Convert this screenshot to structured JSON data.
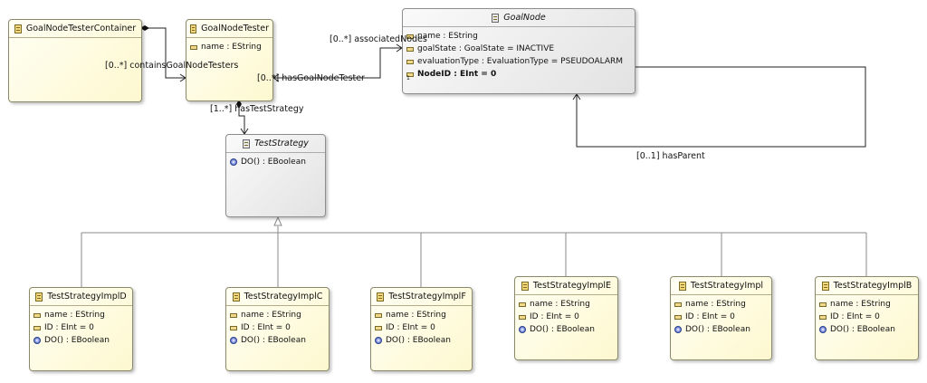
{
  "classes": {
    "container": {
      "name": "GoalNodeTesterContainer"
    },
    "tester": {
      "name": "GoalNodeTester",
      "attributes": [
        "name : EString"
      ]
    },
    "goal_node": {
      "name": "GoalNode",
      "attributes": [
        "name : EString",
        "goalState : GoalState = INACTIVE",
        "evaluationType : EvaluationType = PSEUDOALARM",
        "NodeID : EInt = 0"
      ]
    },
    "test_strategy": {
      "name": "TestStrategy",
      "operations": [
        "DO() : EBoolean"
      ]
    },
    "impl_d": {
      "name": "TestStrategyImplD",
      "rows": [
        "name : EString",
        "ID : EInt = 0",
        "DO() : EBoolean"
      ]
    },
    "impl_c": {
      "name": "TestStrategyImplC",
      "rows": [
        "name : EString",
        "ID : EInt = 0",
        "DO() : EBoolean"
      ]
    },
    "impl_f": {
      "name": "TestStrategyImplF",
      "rows": [
        "name : EString",
        "ID : EInt = 0",
        "DO() : EBoolean"
      ]
    },
    "impl_e": {
      "name": "TestStrategyImplE",
      "rows": [
        "name : EString",
        "ID : EInt = 0",
        "DO() : EBoolean"
      ]
    },
    "impl": {
      "name": "TestStrategyImpl",
      "rows": [
        "name : EString",
        "ID : EInt = 0",
        "DO() : EBoolean"
      ]
    },
    "impl_b": {
      "name": "TestStrategyImplB",
      "rows": [
        "name : EString",
        "ID : EInt = 0",
        "DO() : EBoolean"
      ]
    }
  },
  "references": {
    "contains": "[0..*] containsGoalNodeTesters",
    "associated": "[0..*] associatedNodes",
    "has_tester": "[0..*] hasGoalNodeTester",
    "has_strategy": "[1..*] hasTestStrategy",
    "has_parent": "[0..1] hasParent"
  }
}
